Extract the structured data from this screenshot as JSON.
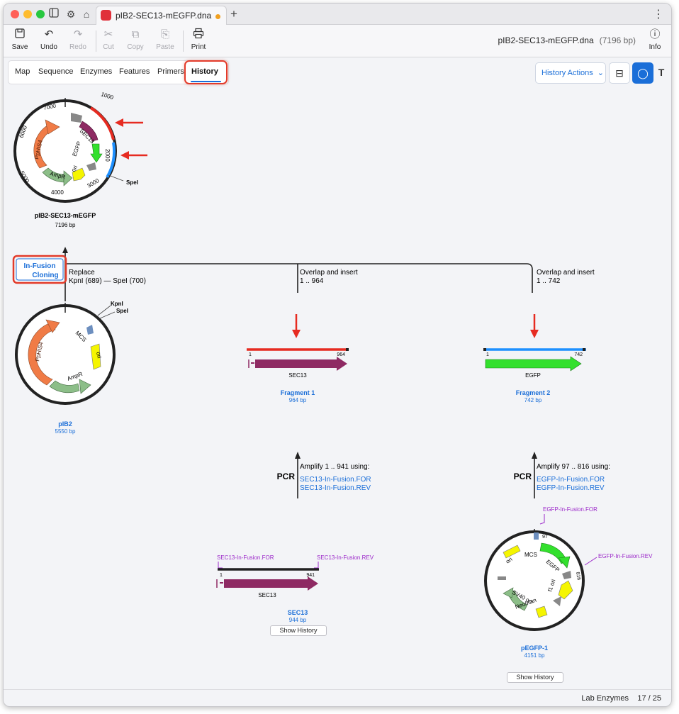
{
  "window": {
    "tab_title": "pIB2-SEC13-mEGFP.dna",
    "new_tab": "+",
    "more": "⋮"
  },
  "toolbar": {
    "save": "Save",
    "undo": "Undo",
    "redo": "Redo",
    "cut": "Cut",
    "copy": "Copy",
    "paste": "Paste",
    "print": "Print",
    "info": "Info",
    "doc_name": "pIB2-SEC13-mEGFP.dna",
    "doc_size": "(7196 bp)"
  },
  "views": {
    "tabs": [
      "Map",
      "Sequence",
      "Enzymes",
      "Features",
      "Primers",
      "History"
    ],
    "active": "History",
    "history_actions": "History Actions"
  },
  "history": {
    "product": {
      "name": "pIB2-SEC13-mEGFP",
      "size": "7196 bp",
      "ticks": [
        "1000",
        "2000",
        "3000",
        "4000",
        "5000",
        "6000",
        "7000"
      ],
      "features": [
        "SEC13",
        "EGFP",
        "PpHIS4",
        "AmpR",
        "ori"
      ],
      "site": "SpeI"
    },
    "operation": {
      "method_line1": "In-Fusion",
      "method_line2": "Cloning",
      "vector_action": "Replace",
      "vector_range": "KpnI (689)  —  SpeI (700)",
      "frag1_action": "Overlap and insert",
      "frag1_range": "1 .. 964",
      "frag2_action": "Overlap and insert",
      "frag2_range": "1 .. 742"
    },
    "vector": {
      "name": "pIB2",
      "size": "5550 bp",
      "features": [
        "PpHIS4",
        "MCS",
        "ori",
        "AmpR"
      ],
      "sites": [
        "KpnI",
        "SpeI"
      ]
    },
    "fragment1": {
      "name": "Fragment 1",
      "size": "964 bp",
      "start": "1",
      "end": "964",
      "feature": "SEC13"
    },
    "fragment2": {
      "name": "Fragment 2",
      "size": "742 bp",
      "start": "1",
      "end": "742",
      "feature": "EGFP"
    },
    "pcr1": {
      "label": "PCR",
      "action": "Amplify 1 .. 941 using:",
      "primer_for": "SEC13-In-Fusion.FOR",
      "primer_rev": "SEC13-In-Fusion.REV"
    },
    "pcr2": {
      "label": "PCR",
      "action": "Amplify 97 .. 816 using:",
      "primer_for": "EGFP-In-Fusion.FOR",
      "primer_rev": "EGFP-In-Fusion.REV"
    },
    "template1": {
      "name": "SEC13",
      "size": "944 bp",
      "start": "1",
      "end": "941",
      "feature": "SEC13",
      "primer_for": "SEC13-In-Fusion.FOR",
      "primer_rev": "SEC13-In-Fusion.REV",
      "show_history": "Show History"
    },
    "template2": {
      "name": "pEGFP-1",
      "size": "4151 bp",
      "pos_a": "97",
      "pos_b": "816",
      "features": [
        "MCS",
        "EGFP",
        "ori",
        "f1 ori",
        "SV40 ori",
        "Neo/Kan"
      ],
      "primer_for": "EGFP-In-Fusion.FOR",
      "primer_rev": "EGFP-In-Fusion.REV",
      "show_history": "Show History"
    }
  },
  "status": {
    "enzymes": "Lab Enzymes",
    "count": "17 / 25"
  },
  "colors": {
    "accent": "#1a6ed8",
    "highlight": "#e33b2a",
    "sec13": "#8e2a63",
    "egfp": "#33e02d",
    "hisd": "#f07b46",
    "ampr": "#8cbe88",
    "ori": "#f5f500"
  }
}
